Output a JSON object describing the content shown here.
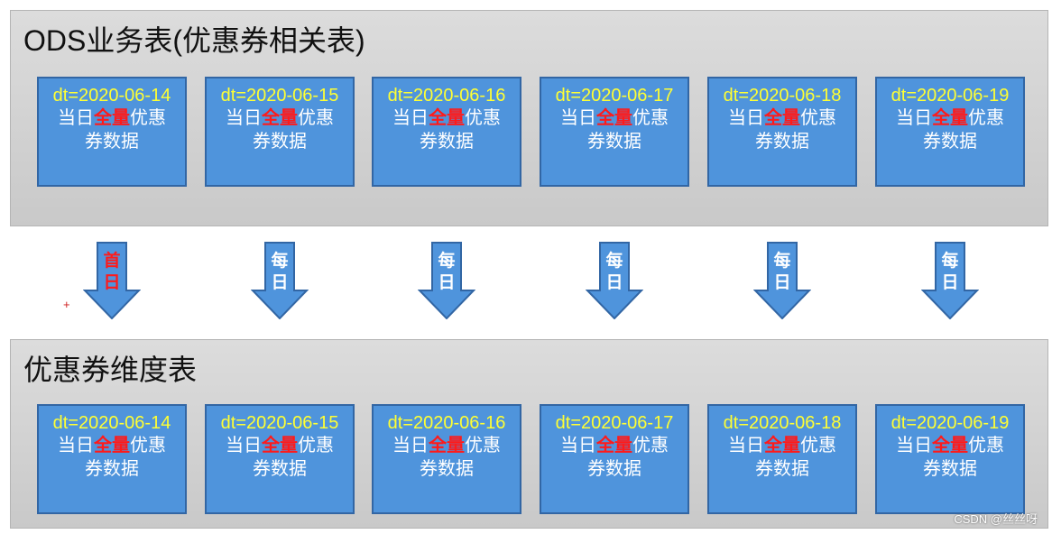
{
  "ods_section": {
    "title": "ODS业务表(优惠券相关表)",
    "boxes": [
      {
        "dt": "dt=2020-06-14",
        "prefix": "当日",
        "highlight": "全量",
        "suffix": "优惠",
        "line2": "券数据"
      },
      {
        "dt": "dt=2020-06-15",
        "prefix": "当日",
        "highlight": "全量",
        "suffix": "优惠",
        "line2": "券数据"
      },
      {
        "dt": "dt=2020-06-16",
        "prefix": "当日",
        "highlight": "全量",
        "suffix": "优惠",
        "line2": "券数据"
      },
      {
        "dt": "dt=2020-06-17",
        "prefix": "当日",
        "highlight": "全量",
        "suffix": "优惠",
        "line2": "券数据"
      },
      {
        "dt": "dt=2020-06-18",
        "prefix": "当日",
        "highlight": "全量",
        "suffix": "优惠",
        "line2": "券数据"
      },
      {
        "dt": "dt=2020-06-19",
        "prefix": "当日",
        "highlight": "全量",
        "suffix": "优惠",
        "line2": "券数据"
      }
    ]
  },
  "arrows": [
    {
      "label": "首日",
      "color": "#ff1a1a"
    },
    {
      "label": "每日",
      "color": "#ffffff"
    },
    {
      "label": "每日",
      "color": "#ffffff"
    },
    {
      "label": "每日",
      "color": "#ffffff"
    },
    {
      "label": "每日",
      "color": "#ffffff"
    },
    {
      "label": "每日",
      "color": "#ffffff"
    }
  ],
  "dim_section": {
    "title": "优惠券维度表",
    "boxes": [
      {
        "dt": "dt=2020-06-14",
        "prefix": "当日",
        "highlight": "全量",
        "suffix": "优惠",
        "line2": "券数据"
      },
      {
        "dt": "dt=2020-06-15",
        "prefix": "当日",
        "highlight": "全量",
        "suffix": "优惠",
        "line2": "券数据"
      },
      {
        "dt": "dt=2020-06-16",
        "prefix": "当日",
        "highlight": "全量",
        "suffix": "优惠",
        "line2": "券数据"
      },
      {
        "dt": "dt=2020-06-17",
        "prefix": "当日",
        "highlight": "全量",
        "suffix": "优惠",
        "line2": "券数据"
      },
      {
        "dt": "dt=2020-06-18",
        "prefix": "当日",
        "highlight": "全量",
        "suffix": "优惠",
        "line2": "券数据"
      },
      {
        "dt": "dt=2020-06-19",
        "prefix": "当日",
        "highlight": "全量",
        "suffix": "优惠",
        "line2": "券数据"
      }
    ]
  },
  "marker": "+",
  "watermark": "CSDN @丝丝呀"
}
